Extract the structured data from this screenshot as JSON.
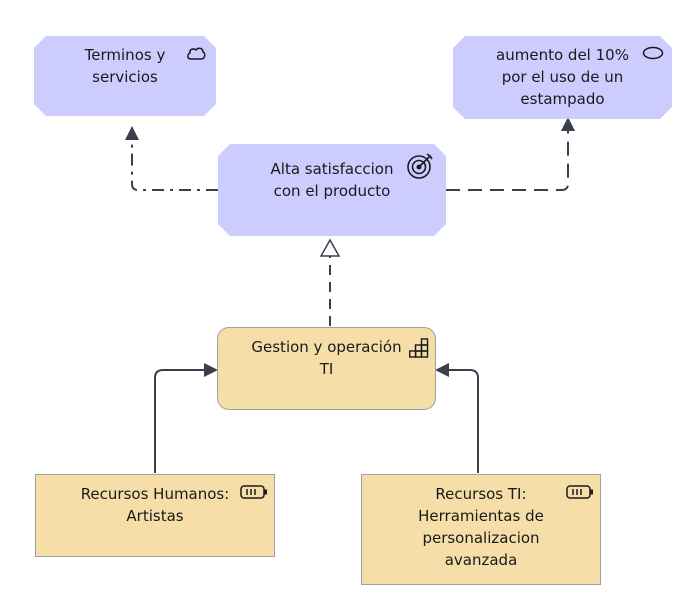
{
  "nodes": {
    "terminos": {
      "label": "Terminos y\nservicios",
      "icon": "meaning-cloud-icon"
    },
    "aumento": {
      "label": "aumento del 10%\npor el uso de un\nestampado",
      "icon": "value-ellipse-icon"
    },
    "alta": {
      "label": "Alta satisfaccion\ncon el producto",
      "icon": "goal-target-icon"
    },
    "gestion": {
      "label": "Gestion y operación\nTI",
      "icon": "capability-icon"
    },
    "rrhh": {
      "label": "Recursos Humanos:\nArtistas",
      "icon": "resource-battery-icon"
    },
    "rti": {
      "label": "Recursos TI:\nHerramientas de\npersonalizacion\navanzada",
      "icon": "resource-battery-icon"
    }
  },
  "colors": {
    "motivation_fill": "#ccccff",
    "strategy_fill": "#f5dea8",
    "line": "#3a3f4b",
    "border": "#a0a0a0"
  }
}
